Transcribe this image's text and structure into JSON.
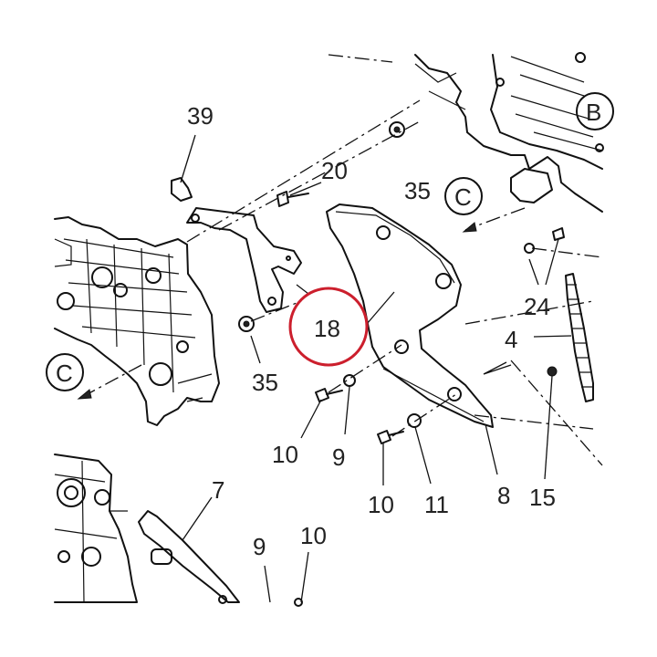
{
  "diagram": {
    "callouts": [
      {
        "id": "c39",
        "text": "39"
      },
      {
        "id": "c20",
        "text": "20"
      },
      {
        "id": "c35a",
        "text": "35"
      },
      {
        "id": "c35b",
        "text": "35"
      },
      {
        "id": "c18",
        "text": "18"
      },
      {
        "id": "c24",
        "text": "24"
      },
      {
        "id": "c4",
        "text": "4"
      },
      {
        "id": "c10a",
        "text": "10"
      },
      {
        "id": "c9a",
        "text": "9"
      },
      {
        "id": "c10b",
        "text": "10"
      },
      {
        "id": "c11",
        "text": "11"
      },
      {
        "id": "c8",
        "text": "8"
      },
      {
        "id": "c15",
        "text": "15"
      },
      {
        "id": "c7",
        "text": "7"
      },
      {
        "id": "c9b",
        "text": "9"
      },
      {
        "id": "c10c",
        "text": "10"
      }
    ],
    "view_refs": [
      {
        "id": "refB",
        "text": "B"
      },
      {
        "id": "refC1",
        "text": "C"
      },
      {
        "id": "refC2",
        "text": "C"
      }
    ],
    "highlight": {
      "target": "18",
      "color": "#cc1f2d"
    }
  }
}
